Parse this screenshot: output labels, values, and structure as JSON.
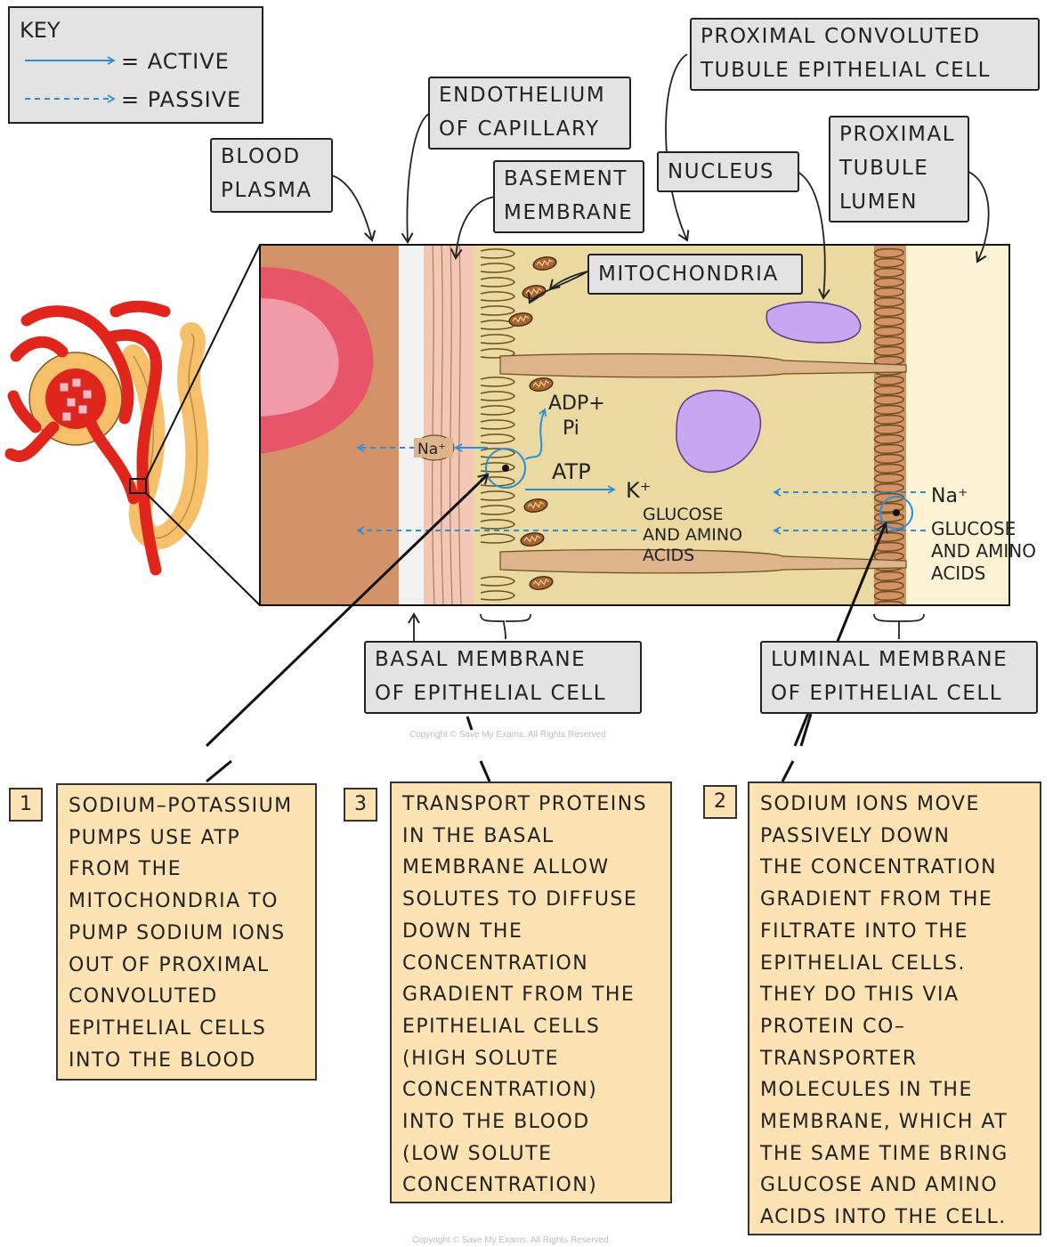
{
  "key": {
    "title": "KEY",
    "active": "= ACTIVE",
    "passive": "= PASSIVE",
    "active_color": "#2b8fd8",
    "passive_color": "#2b8fd8"
  },
  "labels": {
    "blood_plasma": "BLOOD\nPLASMA",
    "endothelium": "ENDOTHELIUM\nOF CAPILLARY",
    "basement_membrane": "BASEMENT\nMEMBRANE",
    "nucleus": "NUCLEUS",
    "pct_cell": "PROXIMAL CONVOLUTED\nTUBULE EPITHELIAL CELL",
    "tubule_lumen": "PROXIMAL\nTUBULE\nLUMEN",
    "mitochondria": "MITOCHONDRIA",
    "basal_membrane": "BASAL MEMBRANE\nOF EPITHELIAL CELL",
    "luminal_membrane": "LUMINAL MEMBRANE\nOF EPITHELIAL CELL"
  },
  "inner": {
    "na_basal": "Na⁺",
    "adp": "ADP+",
    "pi": "Pi",
    "atp": "ATP",
    "k": "K⁺",
    "glucose_inner": "GLUCOSE\nAND AMINO\nACIDS",
    "na_luminal": "Na⁺",
    "glucose_outer": "GLUCOSE\nAND AMINO\nACIDS"
  },
  "steps": [
    {
      "number": "1",
      "text": "SODIUM–POTASSIUM\nPUMPS USE ATP\nFROM THE\nMITOCHONDRIA TO\nPUMP SODIUM IONS\nOUT OF PROXIMAL\nCONVOLUTED\nEPITHELIAL CELLS\nINTO THE BLOOD"
    },
    {
      "number": "3",
      "text": "TRANSPORT PROTEINS\nIN THE BASAL\nMEMBRANE ALLOW\nSOLUTES TO DIFFUSE\nDOWN THE\nCONCENTRATION\nGRADIENT FROM THE\nEPITHELIAL CELLS\n(HIGH SOLUTE\nCONCENTRATION)\nINTO THE BLOOD\n(LOW SOLUTE\nCONCENTRATION)"
    },
    {
      "number": "2",
      "text": "SODIUM IONS MOVE\nPASSIVELY DOWN\nTHE CONCENTRATION\nGRADIENT FROM THE\nFILTRATE INTO THE\nEPITHELIAL CELLS.\nTHEY DO THIS VIA\nPROTEIN CO–\nTRANSPORTER\nMOLECULES IN THE\nMEMBRANE, WHICH AT\nTHE SAME TIME BRING\nGLUCOSE AND AMINO\nACIDS INTO THE CELL."
    }
  ],
  "copyright": "Copyright © Save My Exams. All Rights Reserved",
  "colors": {
    "blood_plasma": "#d39366",
    "blood_vessel": "#e8546a",
    "vessel_inner": "#f19aa8",
    "endothelium": "#f2f2f2",
    "basement": "#f2c7b5",
    "cytoplasm": "#ead9a0",
    "lumen": "#fcf2d4",
    "nucleus": "#c9a6f0",
    "mitochondria": "#a8642a",
    "nephron_red": "#e0261c",
    "nephron_tubule": "#f6c06a",
    "label_box": "#e3e3e3",
    "step_box": "#fde2b3"
  }
}
